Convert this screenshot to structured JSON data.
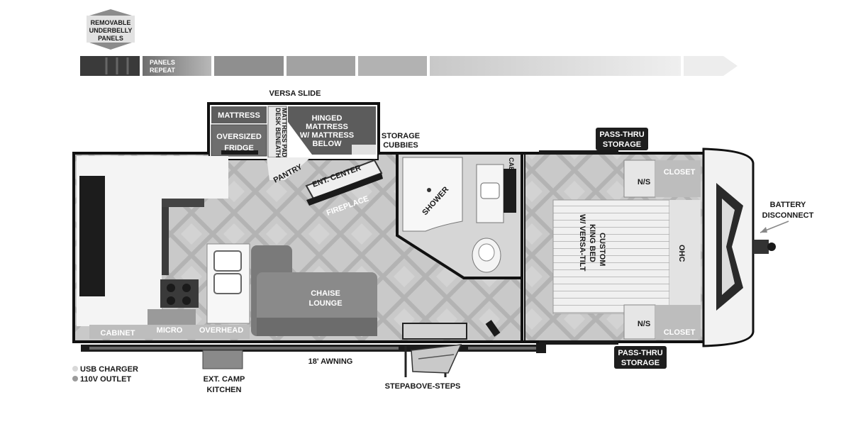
{
  "underbelly": {
    "title_line1": "REMOVABLE",
    "title_line2": "UNDERBELLY",
    "title_line3": "PANELS",
    "repeat_line1": "PANELS",
    "repeat_line2": "REPEAT"
  },
  "labels": {
    "versa_slide": "VERSA SLIDE",
    "mattress": "MATTRESS",
    "oversized_fridge_1": "OVERSIZED",
    "oversized_fridge_2": "FRIDGE",
    "desk_1": "DESK BENEATH",
    "desk_2": "MATTRESS PAD",
    "hinged_1": "HINGED",
    "hinged_2": "MATTRESS",
    "hinged_3": "W/ MATTRESS",
    "hinged_4": "BELOW",
    "storage_cubbies_1": "STORAGE",
    "storage_cubbies_2": "CUBBIES",
    "pantry": "PANTRY",
    "ent_center": "ENT. CENTER",
    "fireplace": "FIREPLACE",
    "shower": "SHOWER",
    "cab": "CAB",
    "chaise_1": "CHAISE",
    "chaise_2": "LOUNGE",
    "cabinet": "CABINET",
    "micro": "MICRO",
    "overhead": "OVERHEAD",
    "awning": "18' AWNING",
    "pass_thru_top_1": "PASS-THRU",
    "pass_thru_top_2": "STORAGE",
    "pass_thru_bottom_1": "PASS-THRU",
    "pass_thru_bottom_2": "STORAGE",
    "ns_top": "N/S",
    "ns_bottom": "N/S",
    "closet_top": "CLOSET",
    "closet_bottom": "CLOSET",
    "ohc": "OHC",
    "bed_1": "CUSTOM",
    "bed_2": "KING BED",
    "bed_3": "W/ VERSA-TILT",
    "battery_1": "BATTERY",
    "battery_2": "DISCONNECT",
    "usb_charger": "USB CHARGER",
    "outlet": "110V OUTLET",
    "camp_kitchen_1": "EXT. CAMP",
    "camp_kitchen_2": "KITCHEN",
    "steps": "STEPABOVE-STEPS"
  }
}
